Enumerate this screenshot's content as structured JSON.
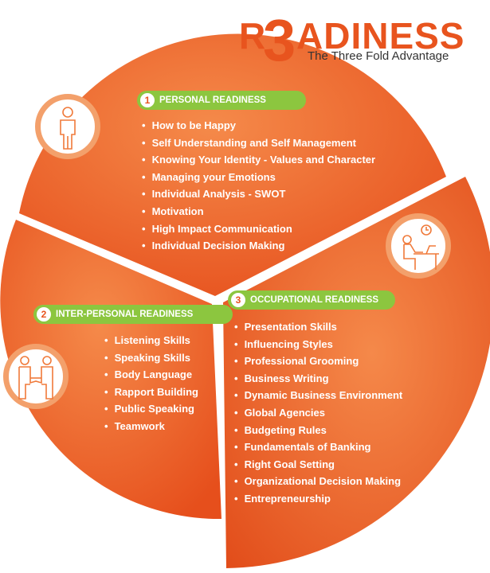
{
  "header": {
    "logo_r": "R",
    "logo_three": "3",
    "logo_rest": "ADINESS",
    "subtitle": "The Three Fold Advantage"
  },
  "colors": {
    "orange": "#e8541e",
    "orange_light": "#f47c3c",
    "green": "#8cc63f",
    "ring": "#f3a06b"
  },
  "sections": {
    "personal": {
      "number": "1",
      "title": "PERSONAL READINESS",
      "icon": "person-icon",
      "items": [
        "How to be Happy",
        "Self Understanding and Self Management",
        "Knowing Your Identity - Values and Character",
        "Managing your Emotions",
        "Individual Analysis - SWOT",
        "Motivation",
        "High Impact Communication",
        "Individual Decision Making"
      ]
    },
    "interpersonal": {
      "number": "2",
      "title": "INTER-PERSONAL READINESS",
      "icon": "handshake-icon",
      "items": [
        "Listening Skills",
        "Speaking Skills",
        "Body Language",
        "Rapport Building",
        "Public Speaking",
        "Teamwork"
      ]
    },
    "occupational": {
      "number": "3",
      "title": "OCCUPATIONAL READINESS",
      "icon": "desk-worker-icon",
      "items": [
        "Presentation Skills",
        "Influencing Styles",
        "Professional Grooming",
        "Business Writing",
        "Dynamic Business Environment",
        "Global Agencies",
        "Budgeting Rules",
        "Fundamentals of Banking",
        "Right Goal Setting",
        "Organizational Decision Making",
        "Entrepreneurship"
      ]
    }
  }
}
